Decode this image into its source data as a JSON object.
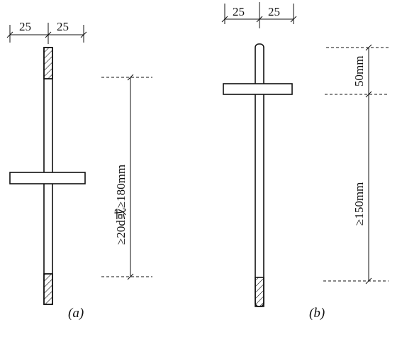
{
  "figure_a": {
    "caption": "(a)",
    "top_dim_left": "25",
    "top_dim_right": "25",
    "length_dim": "≥20d或≥180mm"
  },
  "figure_b": {
    "caption": "(b)",
    "top_dim_left": "25",
    "top_dim_right": "25",
    "upper_dim": "50mm",
    "lower_dim": "≥150mm"
  }
}
